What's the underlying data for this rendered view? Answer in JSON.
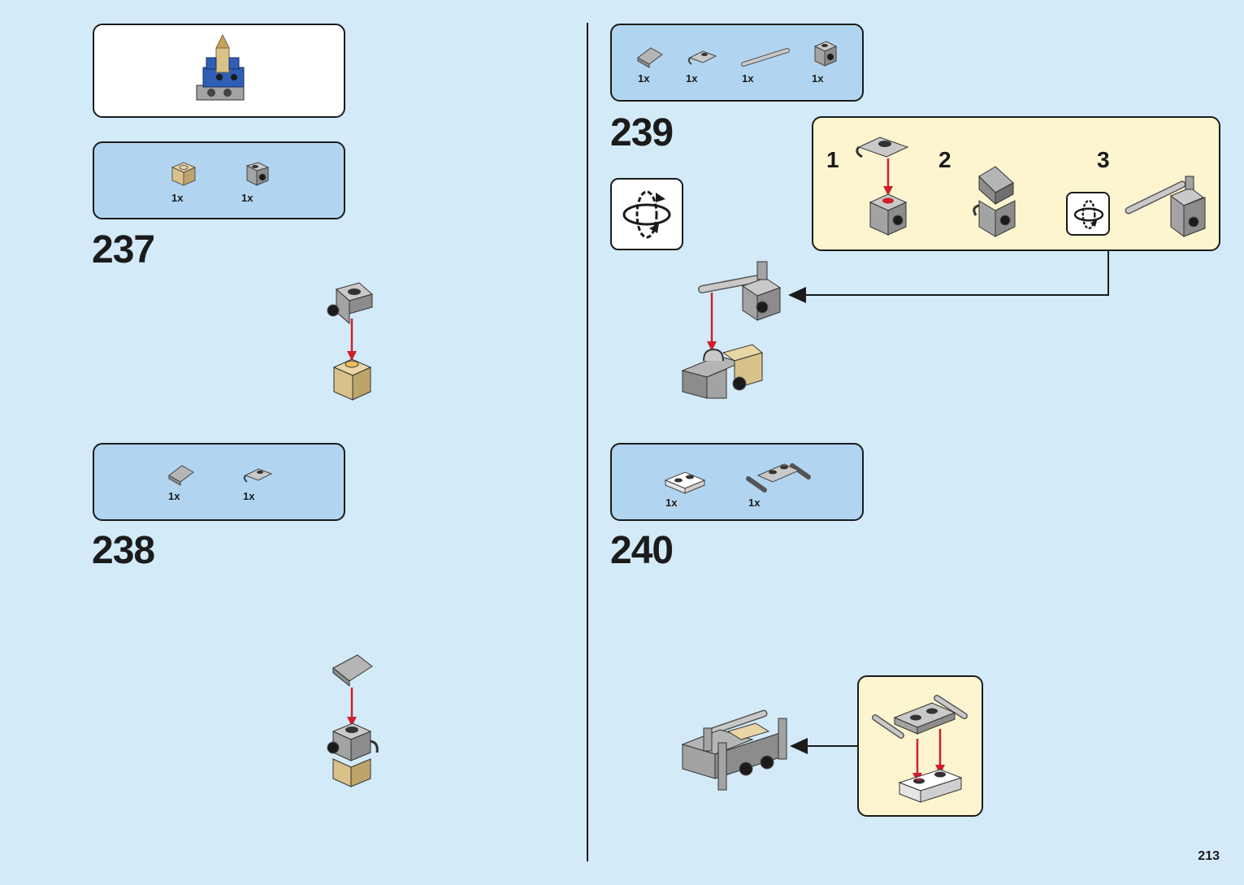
{
  "page_number": "213",
  "steps": [
    {
      "number": "237",
      "parts": [
        {
          "qty": "1x",
          "part": "tan-brick-1x1"
        },
        {
          "qty": "1x",
          "part": "gray-bracket-1x1"
        }
      ]
    },
    {
      "number": "238",
      "parts": [
        {
          "qty": "1x",
          "part": "gray-slope-1x1"
        },
        {
          "qty": "1x",
          "part": "gray-plate-clip"
        }
      ]
    },
    {
      "number": "239",
      "parts": [
        {
          "qty": "1x",
          "part": "gray-slope-1x1"
        },
        {
          "qty": "1x",
          "part": "gray-plate-clip"
        },
        {
          "qty": "1x",
          "part": "gray-bar"
        },
        {
          "qty": "1x",
          "part": "gray-bracket-1x1"
        }
      ],
      "substeps": [
        "1",
        "2",
        "3"
      ]
    },
    {
      "number": "240",
      "parts": [
        {
          "qty": "1x",
          "part": "white-plate-1x2"
        },
        {
          "qty": "1x",
          "part": "gray-plate-bar-handles"
        }
      ]
    }
  ],
  "colors": {
    "background": "#d3eaf9",
    "parts_box": "#b1d5f0",
    "substep_box": "#fdf5cf",
    "arrow_red": "#d0202c",
    "brick_gray": "#a3a3a3",
    "brick_tan": "#d9c28a",
    "brick_blue": "#2f5fb5"
  }
}
